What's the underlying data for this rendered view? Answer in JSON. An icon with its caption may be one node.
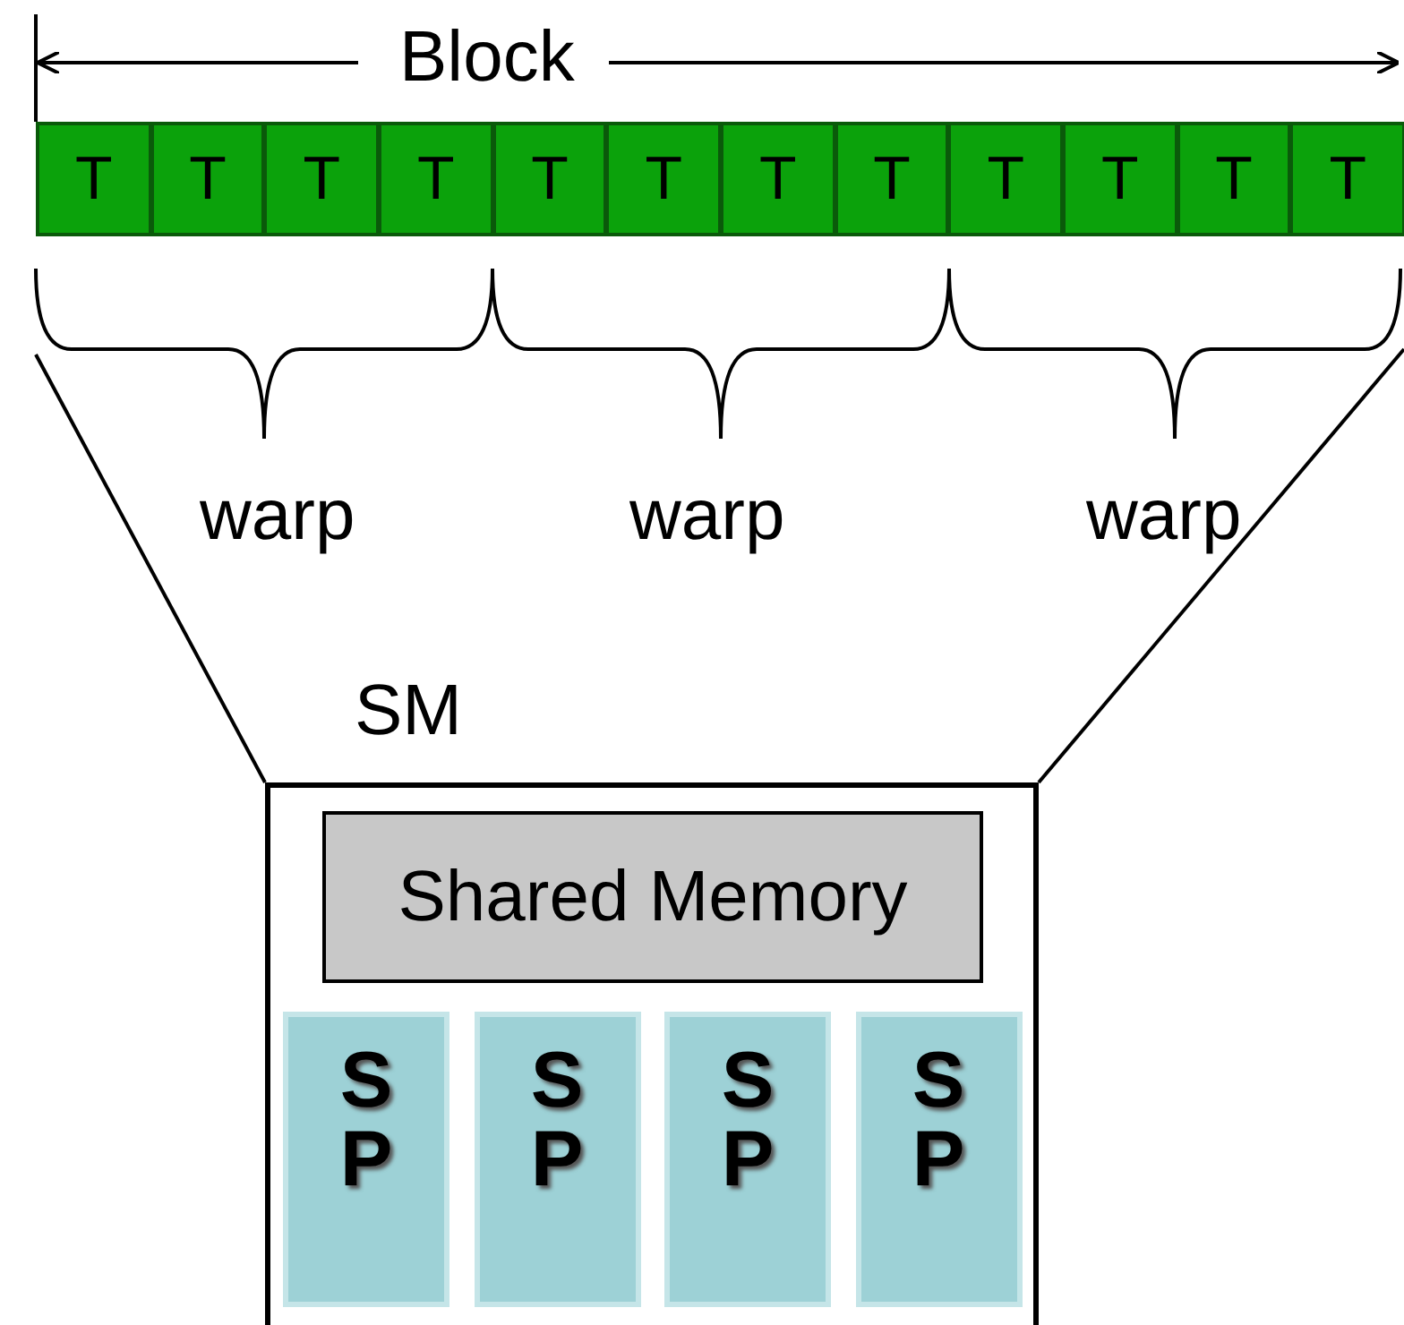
{
  "diagram": {
    "nodes": [
      {
        "text": [
          "T"
        ]
      },
      {
        "text": [
          "T"
        ]
      },
      {
        "text": [
          "T"
        ]
      },
      {
        "text": [
          "T"
        ]
      },
      {
        "text": [
          "T"
        ]
      },
      {
        "text": [
          "T"
        ]
      },
      {
        "text": [
          "T"
        ]
      },
      {
        "text": [
          "T"
        ]
      },
      {
        "text": [
          "T"
        ]
      },
      {
        "text": [
          "T"
        ]
      },
      {
        "text": [
          "T"
        ]
      },
      {
        "text": [
          "T"
        ]
      },
      {
        "text": [
          "SM"
        ]
      },
      {
        "text": [
          "Shared Memory"
        ],
        "in": 12
      },
      {
        "text": [
          "S P"
        ],
        "in": 12
      },
      {
        "text": [
          "S P"
        ],
        "in": 12
      },
      {
        "text": [
          "S P"
        ],
        "in": 12
      },
      {
        "text": [
          "S P"
        ],
        "in": 12
      }
    ],
    "labels": [
      "Block",
      "warp",
      "warp",
      "warp"
    ]
  }
}
